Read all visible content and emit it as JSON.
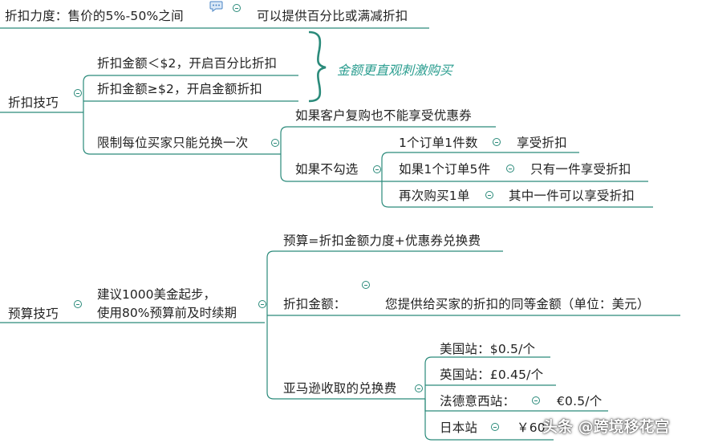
{
  "colors": {
    "line": "#2a8a7a",
    "note": "#2a9d8f",
    "text": "#222222"
  },
  "top": {
    "label": "折扣力度：售价的5%-50%之间",
    "sub": "可以提供百分比或满减折扣",
    "comment_icon": "comment-icon"
  },
  "tips": {
    "label": "折扣技巧",
    "rule1": "折扣金额＜$2，开启百分比折扣",
    "rule2": "折扣金额≥$2，开启金额折扣",
    "note": "金额更直观刺激购买",
    "limit": "限制每位买家只能兑换一次",
    "repeat": "如果客户复购也不能享受优惠券",
    "unchecked": "如果不勾选",
    "case1_a": "1个订单1件数",
    "case1_b": "享受折扣",
    "case2_a": "如果1个订单5件",
    "case2_b": "只有一件享受折扣",
    "case3_a": "再次购买1单",
    "case3_b": "其中一件可以享受折扣"
  },
  "budget": {
    "label": "预算技巧",
    "advice_line1": "建议1000美金起步，",
    "advice_line2": "使用80%预算前及时续期",
    "formula": "预算=折扣金额力度+优惠券兑换费",
    "discount_label": "折扣金额：",
    "discount_desc": "您提供给买家的折扣的同等金额（单位：美元）",
    "fee_label": "亚马逊收取的兑换费",
    "fees": {
      "us": "美国站：$0.5/个",
      "uk": "英国站：£0.45/个",
      "eu": "法德意西站：",
      "eu_value": "€0.5/个",
      "jp": "日本站",
      "jp_value": "￥60"
    }
  },
  "watermark": "头条 @跨境移花宫"
}
